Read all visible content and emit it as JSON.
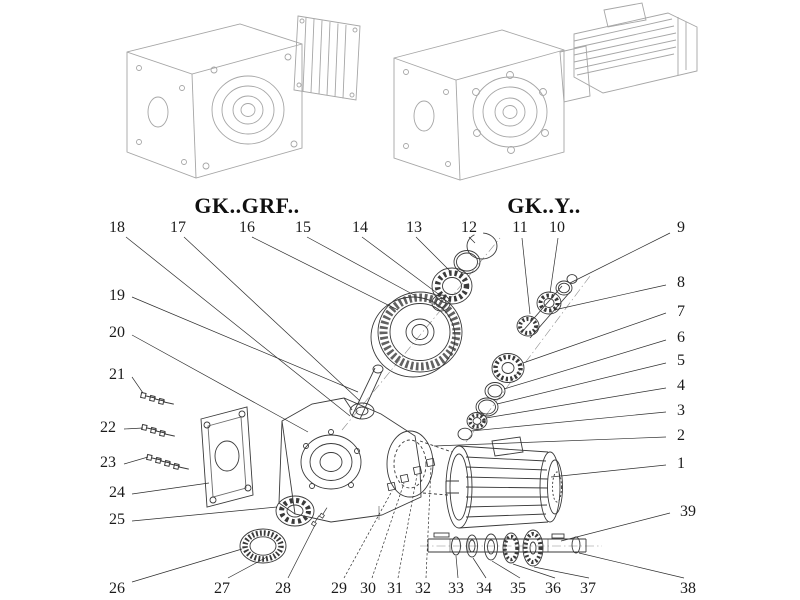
{
  "titles": {
    "left": "GK..GRF..",
    "right": "GK..Y.."
  },
  "callouts": {
    "c1": "1",
    "c2": "2",
    "c3": "3",
    "c4": "4",
    "c5": "5",
    "c6": "6",
    "c7": "7",
    "c8": "8",
    "c9": "9",
    "c10": "10",
    "c11": "11",
    "c12": "12",
    "c13": "13",
    "c14": "14",
    "c15": "15",
    "c16": "16",
    "c17": "17",
    "c18": "18",
    "c19": "19",
    "c20": "20",
    "c21": "21",
    "c22": "22",
    "c23": "23",
    "c24": "24",
    "c25": "25",
    "c26": "26",
    "c27": "27",
    "c28": "28",
    "c29": "29",
    "c30": "30",
    "c31": "31",
    "c32": "32",
    "c33": "33",
    "c34": "34",
    "c35": "35",
    "c36": "36",
    "c37": "37",
    "c38": "38",
    "c39": "39"
  },
  "colors": {
    "line_dark": "#3a3a3a",
    "line_light": "#a6a6a6",
    "leader": "#2f2f2f",
    "text": "#1b1b1b",
    "background": "#ffffff"
  }
}
